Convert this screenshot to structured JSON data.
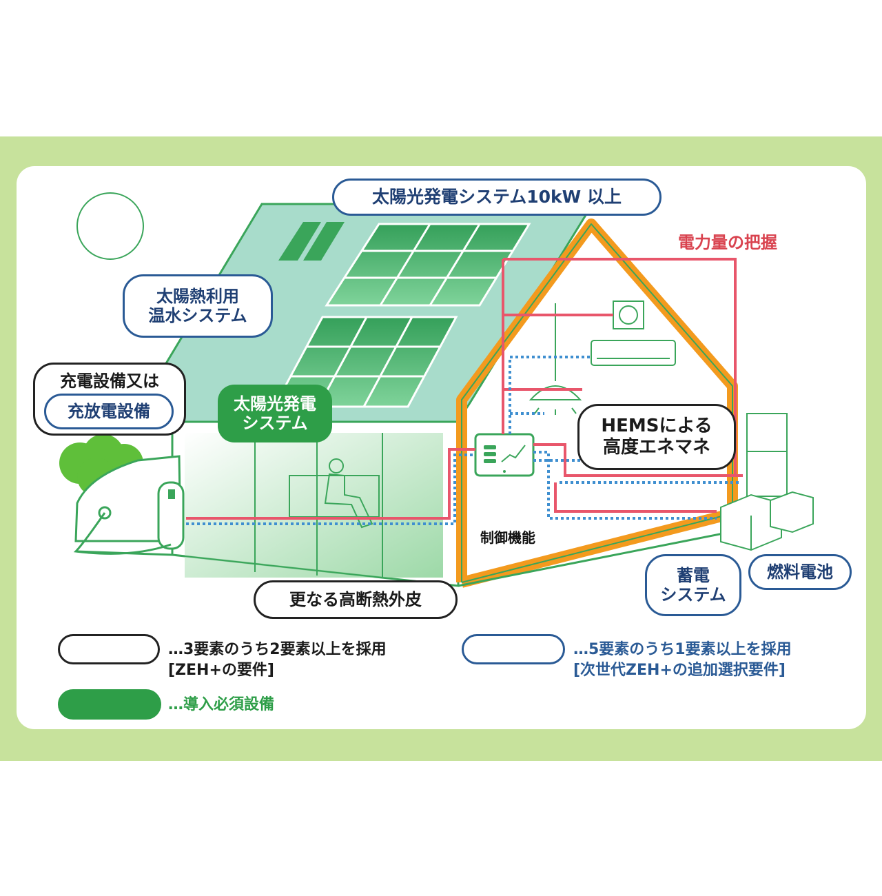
{
  "labels": {
    "solar_10kw": "太陽光発電システム10kW 以上",
    "power_monitor": "電力量の把握",
    "solar_thermal": "太陽熱利用\n温水システム",
    "charger_line1": "充電設備又は",
    "charger_line2": "充放電設備",
    "solar_pv": "太陽光発電\nシステム",
    "hems": "HEMSによる\n高度エネマネ",
    "control": "制御機能",
    "insulation": "更なる高断熱外皮",
    "storage": "蓄電\nシステム",
    "fuel_cell": "燃料電池"
  },
  "legend": {
    "black_text": "…3要素のうち2要素以上を採用\n[ZEH+の要件]",
    "blue_text": "…5要素のうち1要素以上を採用\n[次世代ZEH+の追加選択要件]",
    "green_text": "…導入必須設備"
  },
  "colors": {
    "frame": "#c7e29c",
    "roof": "#a8dccb",
    "panel_green": "#3aa55a",
    "wall_orange": "#f39a1e",
    "power_line_red": "#e8566b",
    "data_line_blue": "#3f8fd0",
    "label_blue": "#2a5a95",
    "label_green": "#2e9e48",
    "power_text_red": "#d9434f"
  }
}
